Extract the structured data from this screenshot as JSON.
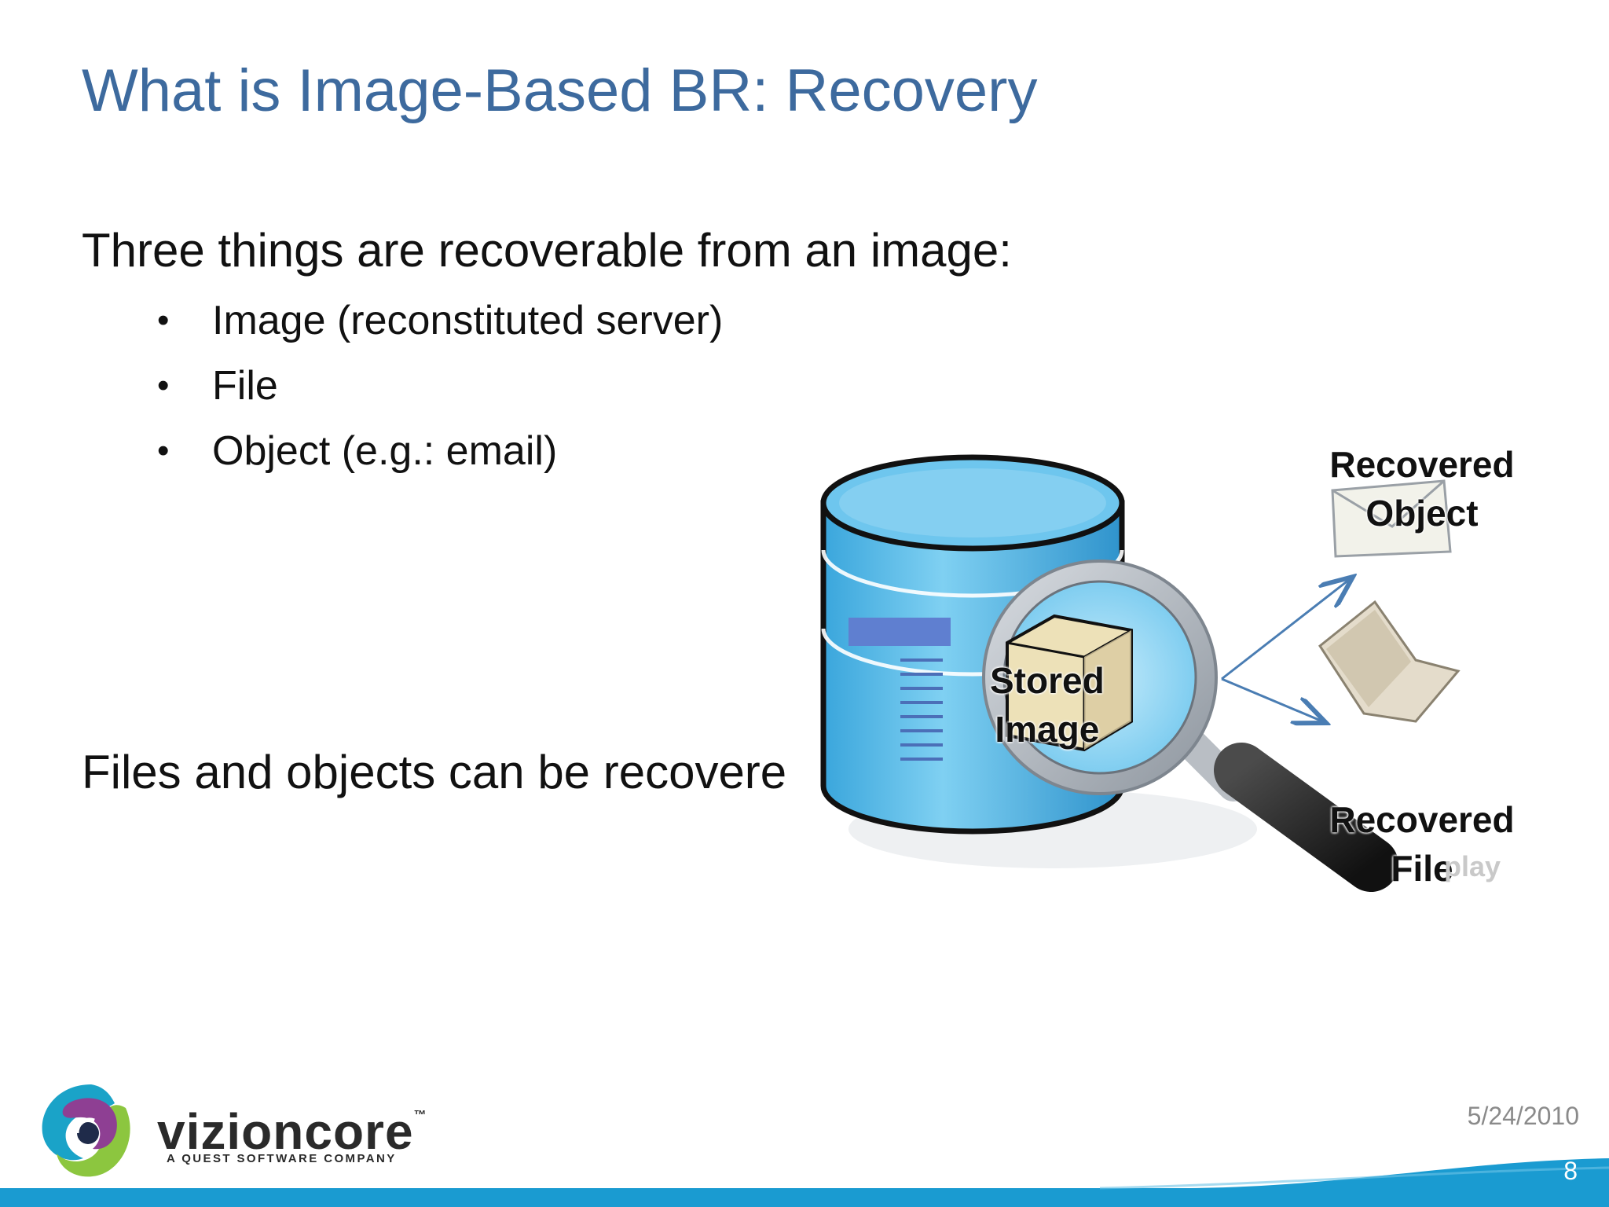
{
  "slide": {
    "title": "What is Image-Based BR: Recovery",
    "intro": "Three things are recoverable from an image:",
    "bullets": [
      "Image (reconstituted server)",
      "File",
      "Object (e.g.: email)"
    ],
    "bullet_glyph": "•",
    "footnote": "Files and objects can be recovere"
  },
  "diagram": {
    "stored_image_line1": "Stored",
    "stored_image_line2": "Image",
    "recovered_object_line1": "Recovered",
    "recovered_object_line2": "Object",
    "recovered_file_line1": "Recovered",
    "recovered_file_line2": "File",
    "watermark": "play"
  },
  "footer": {
    "brand": "vizioncore",
    "trademark": "™",
    "tagline": "A QUEST SOFTWARE COMPANY",
    "date": "5/24/2010",
    "page_number": "8"
  },
  "colors": {
    "title": "#3d6a9e",
    "bar": "#1a9bd1",
    "database": "#56bde9",
    "arrow": "#4a7db3"
  }
}
